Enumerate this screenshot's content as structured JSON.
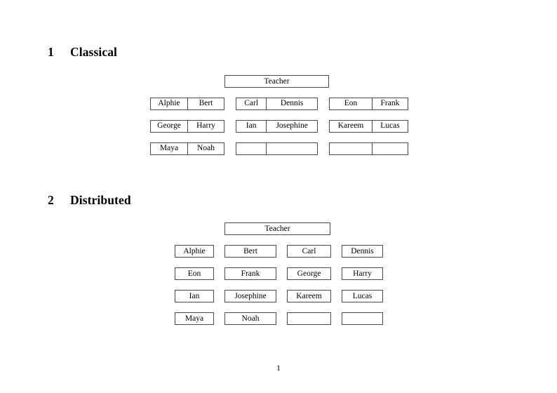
{
  "document": {
    "page_number": "1",
    "border_color": "#4b4b4b",
    "background": "#ffffff",
    "text_color": "#000000"
  },
  "sections": [
    {
      "number": "1",
      "title": "Classical",
      "root": {
        "label": "Teacher"
      },
      "groups": [
        {
          "name": "group-left",
          "rows": [
            {
              "left": "Alphie",
              "right": "Bert"
            },
            {
              "left": "George",
              "right": "Harry"
            },
            {
              "left": "Maya",
              "right": "Noah"
            }
          ]
        },
        {
          "name": "group-middle",
          "rows": [
            {
              "left": "Carl",
              "right": "Dennis"
            },
            {
              "left": "Ian",
              "right": "Josephine"
            },
            {
              "left": "",
              "right": ""
            }
          ]
        },
        {
          "name": "group-right",
          "rows": [
            {
              "left": "Eon",
              "right": "Frank"
            },
            {
              "left": "Kareem",
              "right": "Lucas"
            },
            {
              "left": "",
              "right": ""
            }
          ]
        }
      ]
    },
    {
      "number": "2",
      "title": "Distributed",
      "root": {
        "label": "Teacher"
      },
      "columns": [
        {
          "name": "column-1",
          "cells": [
            "Alphie",
            "Eon",
            "Ian",
            "Maya"
          ]
        },
        {
          "name": "column-2",
          "cells": [
            "Bert",
            "Frank",
            "Josephine",
            "Noah"
          ]
        },
        {
          "name": "column-3",
          "cells": [
            "Carl",
            "George",
            "Kareem",
            ""
          ]
        },
        {
          "name": "column-4",
          "cells": [
            "Dennis",
            "Harry",
            "Lucas",
            ""
          ]
        }
      ]
    }
  ]
}
